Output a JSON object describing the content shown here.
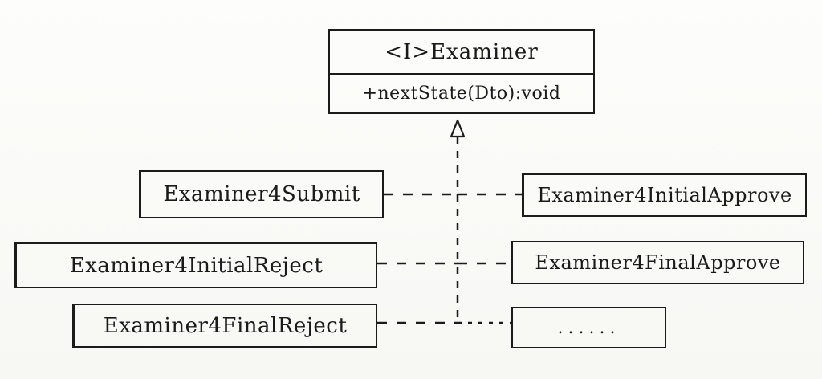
{
  "interface": {
    "title": "<I>Examiner",
    "method": "+nextState(Dto):void"
  },
  "implementations": {
    "submit": "Examiner4Submit",
    "initial_approve": "Examiner4InitialApprove",
    "initial_reject": "Examiner4InitialReject",
    "final_approve": "Examiner4FinalApprove",
    "final_reject": "Examiner4FinalReject",
    "more": "......"
  }
}
